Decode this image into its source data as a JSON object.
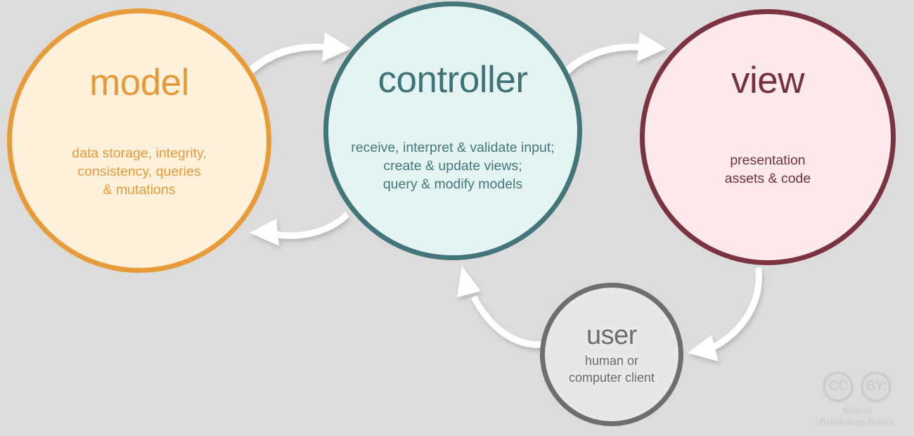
{
  "diagram": {
    "title": "MVC architecture cycle",
    "background_color": "#dcdcdc",
    "arrow_color": "#ffffff"
  },
  "nodes": [
    {
      "id": "model",
      "title": "model",
      "description": "data storage, integrity,\nconsistency, queries\n& mutations",
      "fill_color": "#fdf1db",
      "border_color": "#e89b38",
      "text_color": "#e79a37"
    },
    {
      "id": "controller",
      "title": "controller",
      "description": "receive, interpret & validate input;\ncreate & update views;\nquery & modify models",
      "fill_color": "#e5f4f2",
      "border_color": "#43767b",
      "text_color": "#3f737a"
    },
    {
      "id": "view",
      "title": "view",
      "description": "presentation\nassets & code",
      "fill_color": "#fbe9eb",
      "border_color": "#7b3340",
      "text_color": "#77303e"
    },
    {
      "id": "user",
      "title": "user",
      "description": "human or\ncomputer client",
      "fill_color": "#e8e8e8",
      "border_color": "#6e6e6e",
      "text_color": "#6d6d6d"
    }
  ],
  "arrows": [
    {
      "id": "model-to-controller",
      "from": "model",
      "to": "controller"
    },
    {
      "id": "controller-to-model",
      "from": "controller",
      "to": "model"
    },
    {
      "id": "controller-to-view",
      "from": "controller",
      "to": "view"
    },
    {
      "id": "view-to-user",
      "from": "view",
      "to": "user"
    },
    {
      "id": "user-to-controller",
      "from": "user",
      "to": "controller"
    }
  ],
  "credit": {
    "cc_label": "CC",
    "by_label": "BY:",
    "name": "Shane\nBrinkman-Davis"
  }
}
